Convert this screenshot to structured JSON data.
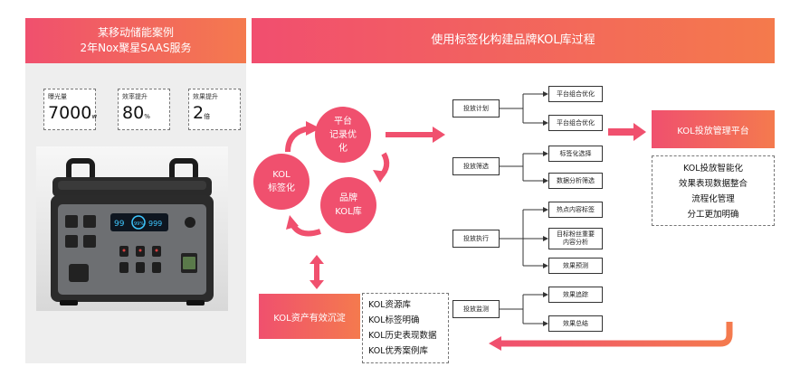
{
  "left": {
    "title_line1": "某移动储能案例",
    "title_line2": "2年Nox聚星SAAS服务",
    "metrics": [
      {
        "label": "曝光量",
        "value": "7000",
        "unit": "w"
      },
      {
        "label": "效率提升",
        "value": "80",
        "unit": "%"
      },
      {
        "label": "效果提升",
        "value": "2",
        "unit": "倍"
      }
    ],
    "product_display": {
      "left": "99",
      "center": "99%",
      "right": "999"
    }
  },
  "right": {
    "title": "使用标签化构建品牌KOL库过程"
  },
  "cycle": {
    "platform": [
      "平台",
      "记录优",
      "化"
    ],
    "kol": [
      "KOL",
      "标签化"
    ],
    "brand": [
      "品牌",
      "KOL库"
    ]
  },
  "assets": {
    "title": "KOL资产有效沉淀",
    "items": [
      "KOL资源库",
      "KOL标签明确",
      "KOL历史表现数据",
      "KOL优秀案例库"
    ]
  },
  "process": {
    "stages": [
      "投放计划",
      "投放筛选",
      "投放执行",
      "投放监测"
    ],
    "plan_items": [
      "平台组合优化",
      "平台组合优化"
    ],
    "screen_items": [
      "标签化选择",
      "数据分析筛选"
    ],
    "exec_items": [
      "热点内容标签",
      "目标粉丝重要",
      "内容分析",
      "效果预测"
    ],
    "monitor_items": [
      "效果追踪",
      "效果总结"
    ]
  },
  "platform": {
    "title": "KOL投放管理平台",
    "items": [
      "KOL投放智能化",
      "效果表现数据整合",
      "流程化管理",
      "分工更加明确"
    ]
  },
  "colors": {
    "accent": "#f0506e",
    "accent2": "#f47a4e",
    "panel": "#eeeeee"
  }
}
